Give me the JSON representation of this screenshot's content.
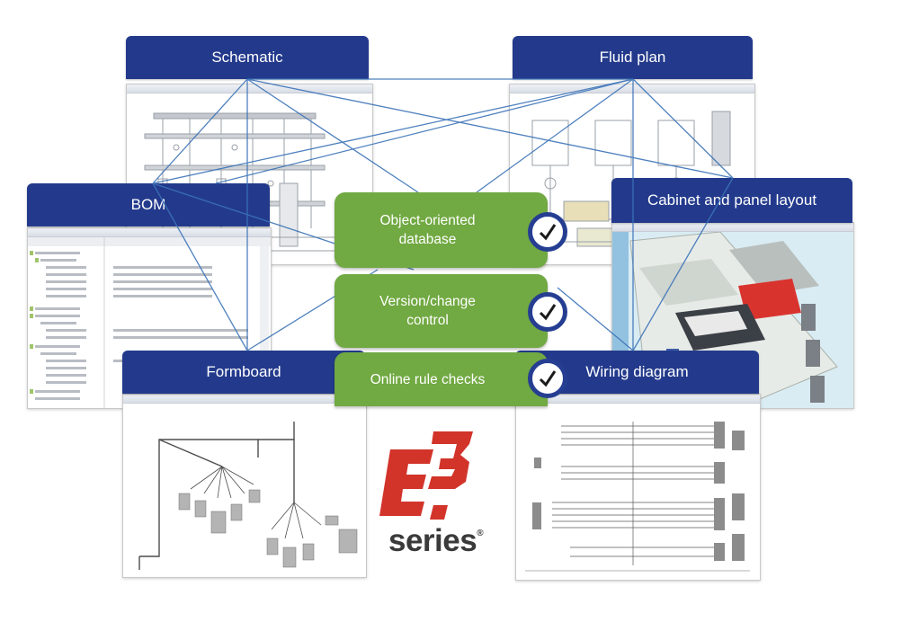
{
  "panels": {
    "schematic": {
      "header": "Schematic"
    },
    "fluid_plan": {
      "header": "Fluid plan"
    },
    "bom": {
      "header": "BOM"
    },
    "cabinet": {
      "header": "Cabinet and panel layout"
    },
    "formboard": {
      "header": "Formboard"
    },
    "wiring": {
      "header": "Wiring diagram"
    }
  },
  "features": [
    {
      "label": "Object-oriented\ndatabase",
      "status_icon": "checkmark-icon"
    },
    {
      "label": "Version/change\ncontrol",
      "status_icon": "checkmark-icon"
    },
    {
      "label": "Online rule checks",
      "status_icon": "checkmark-icon"
    }
  ],
  "logo": {
    "word": "series",
    "mark": "®"
  },
  "colors": {
    "header_blue": "#233a8c",
    "feature_green": "#71a942",
    "logo_red": "#d2342a",
    "line_blue": "#3b73b8"
  }
}
